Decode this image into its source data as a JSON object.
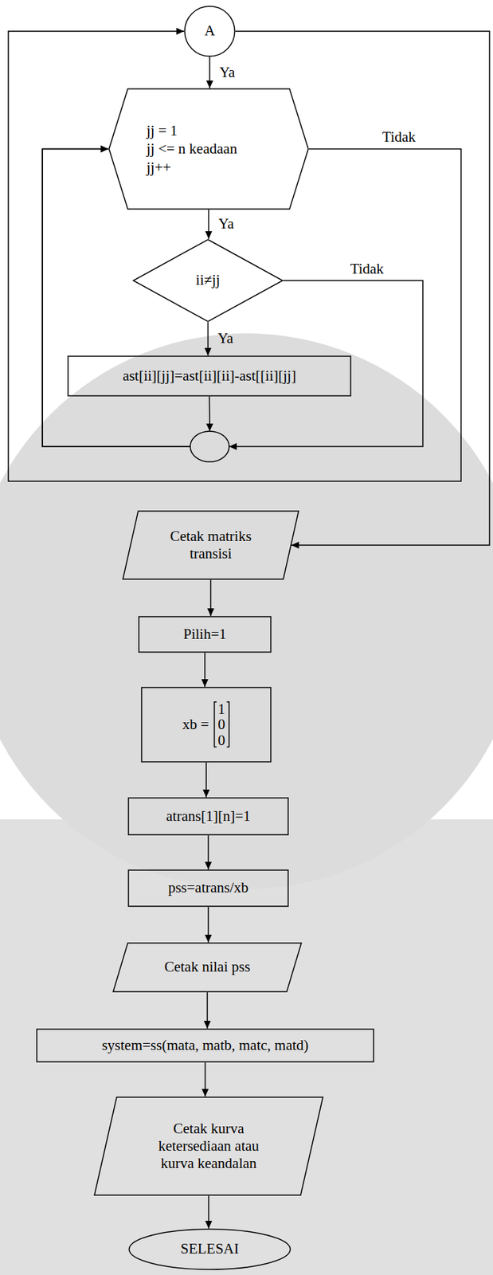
{
  "diagram": {
    "nodes": [
      {
        "text": [
          "A"
        ]
      },
      {
        "text": [
          "jj = 1",
          "jj <= n keadaan",
          "jj++"
        ]
      },
      {
        "text": [
          "ii≠jj"
        ]
      },
      {
        "text": [
          "ast[ii][jj]=ast[ii][ii]-ast[[ii][jj]"
        ]
      },
      {
        "text": [
          "Cetak matriks transisi"
        ]
      },
      {
        "text": [
          "Pilih=1"
        ]
      },
      {
        "text": [
          "xb =",
          "1",
          "0",
          "0"
        ]
      },
      {
        "text": [
          "atrans[1][n]=1"
        ]
      },
      {
        "text": [
          "pss=atrans/xb"
        ]
      },
      {
        "text": [
          "Cetak nilai pss"
        ]
      },
      {
        "text": [
          "system=ss(mata, matb, matc, matd)"
        ]
      },
      {
        "text": [
          "Cetak kurva ketersediaan atau kurva keandalan"
        ]
      },
      {
        "text": [
          "SELESAI"
        ]
      }
    ],
    "edges": [
      {
        "from": 0,
        "to": 1,
        "arrow": "to",
        "label": "Ya"
      },
      {
        "from": 1,
        "to": 2,
        "arrow": "to",
        "label": "Ya"
      },
      {
        "from": 2,
        "to": 3,
        "arrow": "to",
        "label": "Ya"
      },
      {
        "from": 3,
        "to": 1,
        "arrow": "to"
      },
      {
        "from": 2,
        "to": 1,
        "arrow": "to",
        "label": "Tidak"
      },
      {
        "from": 1,
        "to": 0,
        "arrow": "to",
        "label": "Tidak"
      },
      {
        "from": 0,
        "to": 4,
        "arrow": "to"
      },
      {
        "from": 4,
        "to": 5,
        "arrow": "to"
      },
      {
        "from": 5,
        "to": 6,
        "arrow": "to"
      },
      {
        "from": 6,
        "to": 7,
        "arrow": "to"
      },
      {
        "from": 7,
        "to": 8,
        "arrow": "to"
      },
      {
        "from": 8,
        "to": 9,
        "arrow": "to"
      },
      {
        "from": 9,
        "to": 10,
        "arrow": "to"
      },
      {
        "from": 10,
        "to": 11,
        "arrow": "to"
      },
      {
        "from": 11,
        "to": 12,
        "arrow": "to"
      }
    ]
  }
}
